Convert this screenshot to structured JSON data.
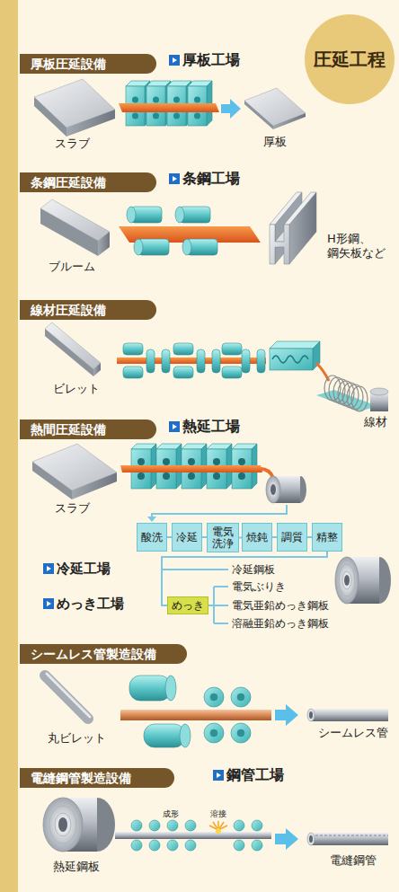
{
  "diagram": {
    "nodes": [
      {
        "text": [
          "圧延工程"
        ]
      },
      {
        "text": [
          "厚板圧延設備"
        ]
      },
      {
        "text": [
          "条鋼圧延設備"
        ]
      },
      {
        "text": [
          "線材圧延設備"
        ]
      },
      {
        "text": [
          "熱間圧延設備"
        ]
      },
      {
        "text": [
          "酸洗"
        ]
      },
      {
        "text": [
          "冷延"
        ]
      },
      {
        "text": [
          "電気 洗浄"
        ]
      },
      {
        "text": [
          "焼鈍"
        ]
      },
      {
        "text": [
          "調質"
        ]
      },
      {
        "text": [
          "精整"
        ]
      },
      {
        "text": [
          "めっき"
        ]
      },
      {
        "text": [
          "シームレス管製造設備"
        ]
      },
      {
        "text": [
          "電縫鋼管製造設備"
        ]
      }
    ],
    "edges": [
      {
        "from": 5,
        "to": 6,
        "arrow": "none"
      },
      {
        "from": 6,
        "to": 7,
        "arrow": "none"
      },
      {
        "from": 7,
        "to": 8,
        "arrow": "none"
      },
      {
        "from": 8,
        "to": 9,
        "arrow": "none"
      },
      {
        "from": 9,
        "to": 10,
        "arrow": "none"
      },
      {
        "from": 10,
        "to": 11,
        "arrow": "none"
      }
    ],
    "labels": [
      "厚板工場",
      "スラブ",
      "厚板",
      "条鋼工場",
      "ブルーム",
      "H形鋼、 鋼矢板など",
      "ビレット",
      "線材",
      "熱延工場",
      "スラブ",
      "冷延工場",
      "めっき工場",
      "冷延鋼板",
      "電気ぶりき",
      "電気亜鉛めっき鋼板",
      "溶融亜鉛めっき鋼板",
      "丸ビレット",
      "シームレス管",
      "鋼管工場",
      "成形",
      "溶接",
      "熱延鋼板",
      "電縫鋼管"
    ]
  }
}
